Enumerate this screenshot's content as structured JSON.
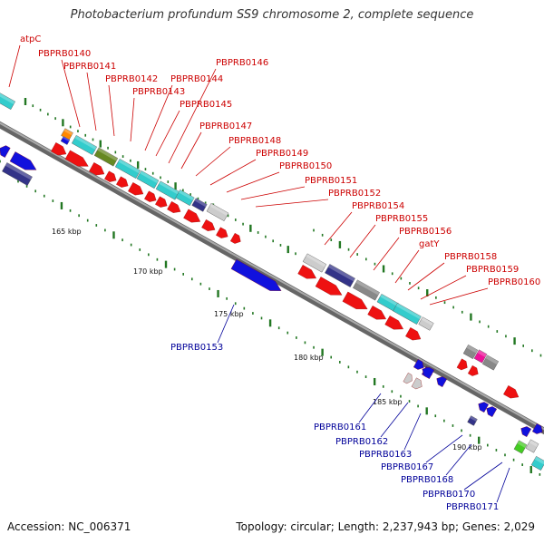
{
  "title": "Photobacterium profundum SS9 chromosome 2, complete sequence",
  "accession": "Accession: NC_006371",
  "summary": "Topology: circular; Length: 2,237,943 bp; Genes: 2,029",
  "colors": {
    "red": "#ee1111",
    "blue": "#1111dd",
    "navy": "#333388",
    "cyan": "#33cccc",
    "olive": "#668822",
    "orange": "#ff8800",
    "gray": "#888888",
    "lightgray": "#cccccc",
    "magenta": "#ee1199",
    "green": "#44cc22",
    "tick": "#227722",
    "label_red": "#cc0000",
    "label_blue": "#000099"
  },
  "scale_labels": [
    "165 kbp",
    "170 kbp",
    "175 kbp",
    "180 kbp",
    "185 kbp",
    "190 kbp"
  ],
  "gene_labels_red": [
    "atpC",
    "PBPRB0140",
    "PBPRB0141",
    "PBPRB0142",
    "PBPRB0143",
    "PBPRB0144",
    "PBPRB0145",
    "PBPRB0146",
    "PBPRB0147",
    "PBPRB0148",
    "PBPRB0149",
    "PBPRB0150",
    "PBPRB0151",
    "PBPRB0152",
    "PBPRB0154",
    "PBPRB0155",
    "PBPRB0156",
    "gatY",
    "PBPRB0158",
    "PBPRB0159",
    "PBPRB0160"
  ],
  "gene_labels_blue": [
    "PBPRB0153",
    "PBPRB0161",
    "PBPRB0162",
    "PBPRB0163",
    "PBPRB0167",
    "PBPRB0168",
    "PBPRB0170",
    "PBPRB0171"
  ]
}
